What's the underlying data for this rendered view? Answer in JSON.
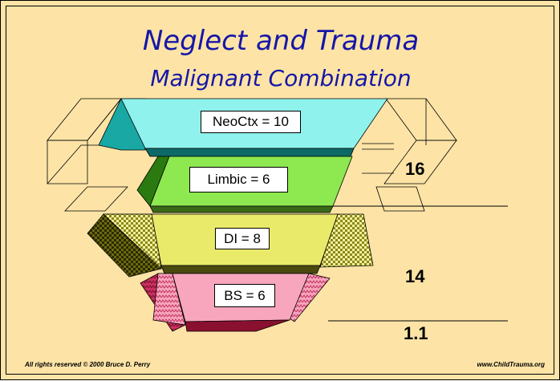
{
  "title": "Neglect and Trauma",
  "subtitle": "Malignant Combination",
  "regions": {
    "neocortex": "NeoCtx = 10",
    "limbic": "Limbic = 6",
    "diencephalon": "DI = 8",
    "brainstem": "BS = 6"
  },
  "side_values": {
    "upper": "16",
    "middle": "14",
    "lower": "1.1"
  },
  "footer": {
    "copyright": "All rights reserved © 2000 Bruce D. Perry",
    "website": "www.ChildTrauma.org"
  },
  "colors": {
    "background": "#fde4a6",
    "title": "#1616a8",
    "neocortex": "#8ff2ec",
    "limbic": "#8ee850",
    "diencephalon": "#eaea6a",
    "brainstem": "#f7a6bd"
  }
}
